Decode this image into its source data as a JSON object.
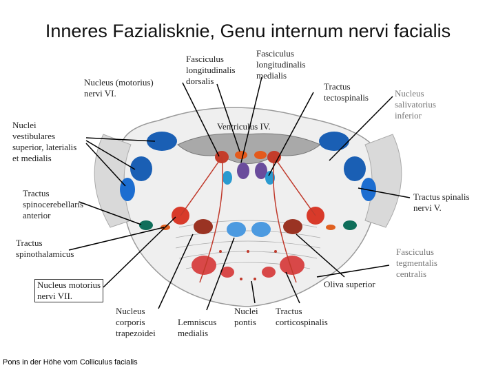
{
  "title": "Inneres Fazialisknie, Genu internum nervi facialis",
  "caption": "Pons in der Höhe vom Colliculus facialis",
  "labels": {
    "fasc_long_dorsalis": "Fasciculus\nlongitudinalis\ndorsalis",
    "fasc_long_medialis": "Fasciculus\nlongitudinalis\nmedialis",
    "nucleus_motorius_vi": "Nucleus (motorius)\nnervi VI.",
    "tractus_tectospinalis": "Tractus\ntectospinalis",
    "nucleus_salivatorius": "Nucleus\nsalivatorius\ninferior",
    "nuclei_vestibulares": "Nuclei\nvestibulares\nsuperior, laterialis\net medialis",
    "ventriculus_iv": "Ventriculus IV.",
    "tractus_spinocerebellaris": "Tractus\nspinocerebellaris\nanterior",
    "tractus_spinalis_v": "Tractus spinalis\nnervi V.",
    "tractus_spinothalamicus": "Tractus\nspinothalamicus",
    "fasciculus_tegmentalis": "Fasciculus\ntegmentalis\ncentralis",
    "nucleus_motorius_vii": "Nucleus motorius\nnervi VII.",
    "oliva_superior": "Oliva superior",
    "nucleus_trapezoidei": "Nucleus\ncorporis\ntrapezoidei",
    "lemniscus_medialis": "Lemniscus\nmedialis",
    "nuclei_pontis": "Nuclei\npontis",
    "tractus_corticospinalis": "Tractus\ncorticospinalis"
  }
}
